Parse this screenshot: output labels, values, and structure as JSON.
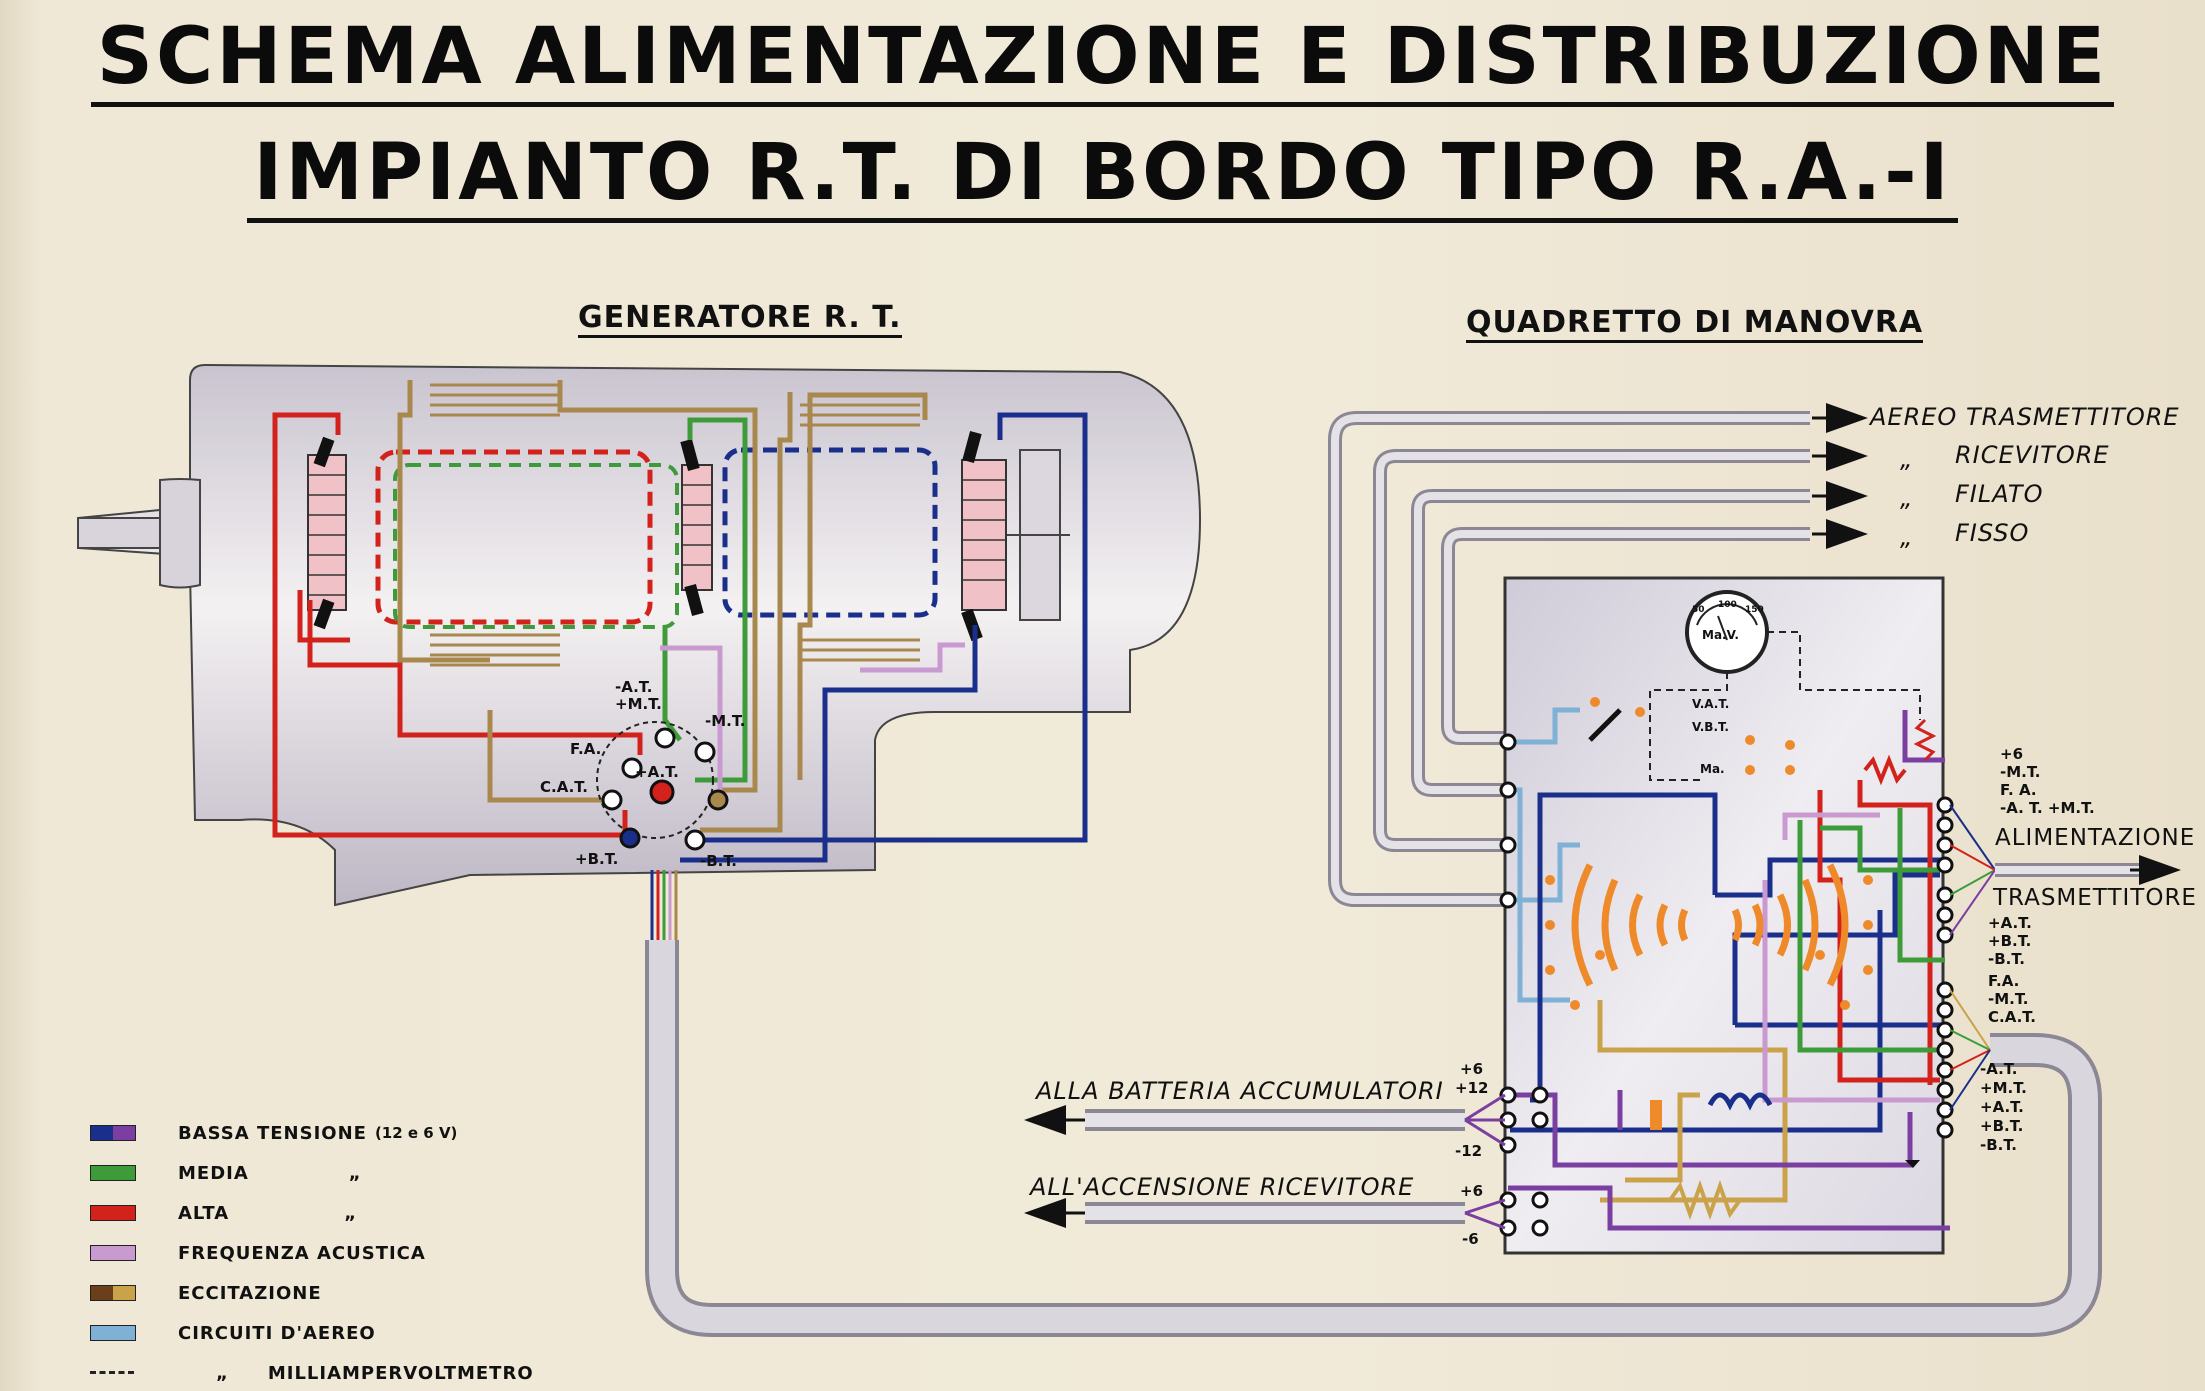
{
  "title_line1": "SCHEMA ALIMENTAZIONE E DISTRIBUZIONE",
  "title_line2": "IMPIANTO R.T. DI BORDO TIPO R.A.-I",
  "generator_title": "GENERATORE R. T.",
  "panel_title": "QUADRETTO DI MANOVRA",
  "antenna_outputs": [
    {
      "prefix": "",
      "label": "AEREO TRASMETTITORE"
    },
    {
      "prefix": "„",
      "label": "RICEVITORE"
    },
    {
      "prefix": "„",
      "label": "FILATO"
    },
    {
      "prefix": "„",
      "label": "FISSO"
    }
  ],
  "battery_label": "ALLA BATTERIA ACCUMULATORI",
  "receiver_label": "ALL'ACCENSIONE RICEVITORE",
  "alimentazione_label": "ALIMENTAZIONE",
  "trasmettitore_label": "TRASMETTITORE",
  "generator_terminals": {
    "at_top": "-A.T.",
    "mt_top": "+M.T.",
    "mt_right": "-M.T.",
    "fa": "F.A.",
    "at_center": "+A.T.",
    "cat": "C.A.T.",
    "bt_plus": "+B.T.",
    "bt_minus": "-B.T."
  },
  "meter_label": "Ma.V.",
  "meter_scale": [
    "50",
    "100",
    "150"
  ],
  "switch_labels": [
    "V.A.T.",
    "V.B.T.",
    "Ma."
  ],
  "battery_terminals": [
    "+6",
    "+12",
    "-12"
  ],
  "receiver_terminals": [
    "+6",
    "-6"
  ],
  "right_terminals_top": [
    "+6",
    "-M.T.",
    "F. A.",
    "-A. T. +M.T."
  ],
  "right_terminals_mid": [
    "+A.T.",
    "+B.T.",
    "-B.T.",
    "F.A.",
    "-M.T.",
    "C.A.T."
  ],
  "right_terminals_bottom": [
    "-A.T.",
    "+M.T.",
    "+A.T.",
    "+B.T.",
    "-B.T."
  ],
  "legend": [
    {
      "label": "BASSA TENSIONE",
      "extra": "(12 e 6 V)",
      "quote": "",
      "color": "#1a2f8c",
      "color2": "#7a3fa0"
    },
    {
      "label": "MEDIA",
      "extra": "",
      "quote": "„",
      "color": "#3d9b3a",
      "color2": "#3d9b3a"
    },
    {
      "label": "ALTA",
      "extra": "",
      "quote": "„",
      "color": "#d3221c",
      "color2": "#d3221c"
    },
    {
      "label": "FREQUENZA ACUSTICA",
      "extra": "",
      "quote": "",
      "color": "#c99ad0",
      "color2": "#c99ad0"
    },
    {
      "label": "ECCITAZIONE",
      "extra": "",
      "quote": "",
      "color": "#6b3f1a",
      "color2": "#c9a24a"
    },
    {
      "label": "CIRCUITI D'AEREO",
      "extra": "",
      "quote": "",
      "color": "#7fb0d6",
      "color2": "#7fb0d6"
    },
    {
      "label": "MILLIAMPERVOLTMETRO",
      "extra": "",
      "quote": "„",
      "color": "#ffffff",
      "color2": "#222222"
    }
  ]
}
